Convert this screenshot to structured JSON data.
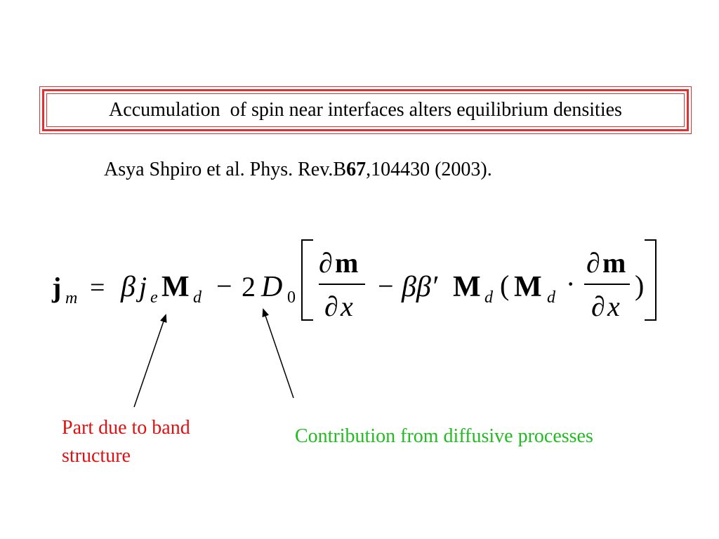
{
  "title": "Accumulation  of spin near interfaces alters equilibrium densities",
  "citation": {
    "prefix": "Asya Shpiro et al. Phys. Rev.B",
    "volume": "67",
    "suffix": ",104430 (2003)."
  },
  "equation": {
    "lhs_symbol": "j",
    "lhs_subscript": "m",
    "equals": "=",
    "beta": "β",
    "j_e": "j",
    "j_e_subscript": "e",
    "M": "M",
    "M_subscript": "d",
    "minus": "−",
    "two": "2",
    "D": "D",
    "D_subscript": "0",
    "partial": "∂",
    "m": "m",
    "x": "x",
    "beta_beta_prime": "ββ′",
    "open_paren": "(",
    "close_paren": ")",
    "dot": "·"
  },
  "labels": {
    "band_structure": "Part due to band structure",
    "diffusive": "Contribution from diffusive processes"
  },
  "colors": {
    "border": "#e03030",
    "band_label": "#e01010",
    "diffusive_label": "#22bb22"
  }
}
